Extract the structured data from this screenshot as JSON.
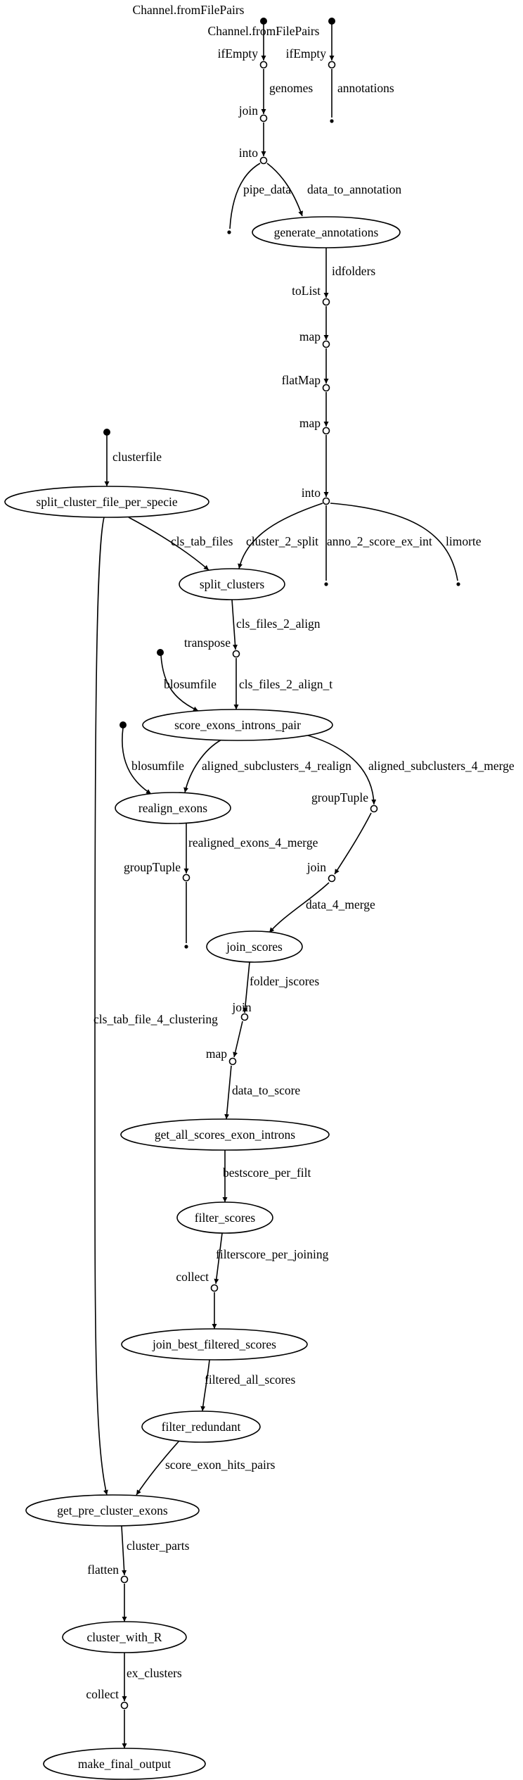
{
  "header": {
    "title": "Channel.fromFilePairs"
  },
  "nodes": [
    {
      "id": "src_fromfilepairs",
      "kind": "source",
      "label": "Channel.fromFilePairs"
    },
    {
      "id": "src_annotations",
      "kind": "source",
      "label": ""
    },
    {
      "id": "op_ifempty_1",
      "kind": "operator",
      "label": "ifEmpty"
    },
    {
      "id": "op_ifempty_2",
      "kind": "operator",
      "label": "ifEmpty"
    },
    {
      "id": "op_join_1",
      "kind": "operator",
      "label": "join"
    },
    {
      "id": "op_into_1",
      "kind": "operator",
      "label": "into"
    },
    {
      "id": "sink_pipe_data",
      "kind": "sink",
      "label": ""
    },
    {
      "id": "sink_annotations",
      "kind": "sink",
      "label": ""
    },
    {
      "id": "proc_generate_annotations",
      "kind": "process",
      "label": "generate_annotations"
    },
    {
      "id": "op_tolist",
      "kind": "operator",
      "label": "toList"
    },
    {
      "id": "op_map_1",
      "kind": "operator",
      "label": "map"
    },
    {
      "id": "op_flatmap",
      "kind": "operator",
      "label": "flatMap"
    },
    {
      "id": "op_map_2",
      "kind": "operator",
      "label": "map"
    },
    {
      "id": "op_into_2",
      "kind": "operator",
      "label": "into"
    },
    {
      "id": "sink_anno_2_score",
      "kind": "sink",
      "label": ""
    },
    {
      "id": "sink_limorte",
      "kind": "sink",
      "label": ""
    },
    {
      "id": "src_clusterfile",
      "kind": "source",
      "label": ""
    },
    {
      "id": "proc_split_cluster_file_per_specie",
      "kind": "process",
      "label": "split_cluster_file_per_specie"
    },
    {
      "id": "proc_split_clusters",
      "kind": "process",
      "label": "split_clusters"
    },
    {
      "id": "op_transpose",
      "kind": "operator",
      "label": "transpose"
    },
    {
      "id": "src_blosumfile_1",
      "kind": "source",
      "label": ""
    },
    {
      "id": "proc_score_exons_introns_pair",
      "kind": "process",
      "label": "score_exons_introns_pair"
    },
    {
      "id": "src_blosumfile_2",
      "kind": "source",
      "label": ""
    },
    {
      "id": "proc_realign_exons",
      "kind": "process",
      "label": "realign_exons"
    },
    {
      "id": "op_grouptuple_1",
      "kind": "operator",
      "label": "groupTuple"
    },
    {
      "id": "op_grouptuple_2",
      "kind": "operator",
      "label": "groupTuple"
    },
    {
      "id": "op_join_2",
      "kind": "operator",
      "label": "join"
    },
    {
      "id": "sink_realigned",
      "kind": "sink",
      "label": ""
    },
    {
      "id": "proc_join_scores",
      "kind": "process",
      "label": "join_scores"
    },
    {
      "id": "op_join_3",
      "kind": "operator",
      "label": "join"
    },
    {
      "id": "op_map_3",
      "kind": "operator",
      "label": "map"
    },
    {
      "id": "proc_get_all_scores_exon_introns",
      "kind": "process",
      "label": "get_all_scores_exon_introns"
    },
    {
      "id": "proc_filter_scores",
      "kind": "process",
      "label": "filter_scores"
    },
    {
      "id": "op_collect_1",
      "kind": "operator",
      "label": "collect"
    },
    {
      "id": "proc_join_best_filtered_scores",
      "kind": "process",
      "label": "join_best_filtered_scores"
    },
    {
      "id": "proc_filter_redundant",
      "kind": "process",
      "label": "filter_redundant"
    },
    {
      "id": "proc_get_pre_cluster_exons",
      "kind": "process",
      "label": "get_pre_cluster_exons"
    },
    {
      "id": "op_flatten",
      "kind": "operator",
      "label": "flatten"
    },
    {
      "id": "proc_cluster_with_r",
      "kind": "process",
      "label": "cluster_with_R"
    },
    {
      "id": "op_collect_2",
      "kind": "operator",
      "label": "collect"
    },
    {
      "id": "proc_make_final_output",
      "kind": "process",
      "label": "make_final_output"
    }
  ],
  "edges": [
    {
      "id": "e1",
      "from": "src_fromfilepairs",
      "to": "op_ifempty_1",
      "label": ""
    },
    {
      "id": "e2",
      "from": "op_ifempty_1",
      "to": "op_join_1",
      "label": "genomes"
    },
    {
      "id": "e3",
      "from": "op_join_1",
      "to": "op_into_1",
      "label": ""
    },
    {
      "id": "e4",
      "from": "op_into_1",
      "to": "sink_pipe_data",
      "label": "pipe_data"
    },
    {
      "id": "e5",
      "from": "op_into_1",
      "to": "proc_generate_annotations",
      "label": "data_to_annotation"
    },
    {
      "id": "e6",
      "from": "src_annotations",
      "to": "op_ifempty_2",
      "label": ""
    },
    {
      "id": "e7",
      "from": "op_ifempty_2",
      "to": "sink_annotations",
      "label": "annotations"
    },
    {
      "id": "e8",
      "from": "proc_generate_annotations",
      "to": "op_tolist",
      "label": "idfolders"
    },
    {
      "id": "e9",
      "from": "op_tolist",
      "to": "op_map_1",
      "label": ""
    },
    {
      "id": "e10",
      "from": "op_map_1",
      "to": "op_flatmap",
      "label": ""
    },
    {
      "id": "e11",
      "from": "op_flatmap",
      "to": "op_map_2",
      "label": ""
    },
    {
      "id": "e12",
      "from": "op_map_2",
      "to": "op_into_2",
      "label": ""
    },
    {
      "id": "e13",
      "from": "op_into_2",
      "to": "proc_split_clusters",
      "label": "cluster_2_split"
    },
    {
      "id": "e14",
      "from": "op_into_2",
      "to": "sink_anno_2_score",
      "label": "anno_2_score_ex_int"
    },
    {
      "id": "e15",
      "from": "op_into_2",
      "to": "sink_limorte",
      "label": "limorte"
    },
    {
      "id": "e16",
      "from": "src_clusterfile",
      "to": "proc_split_cluster_file_per_specie",
      "label": "clusterfile"
    },
    {
      "id": "e17",
      "from": "proc_split_cluster_file_per_specie",
      "to": "proc_split_clusters",
      "label": "cls_tab_files"
    },
    {
      "id": "e18",
      "from": "proc_split_cluster_file_per_specie",
      "to": "proc_get_pre_cluster_exons",
      "label": "cls_tab_file_4_clustering"
    },
    {
      "id": "e19",
      "from": "proc_split_clusters",
      "to": "op_transpose",
      "label": "cls_files_2_align"
    },
    {
      "id": "e20",
      "from": "op_transpose",
      "to": "proc_score_exons_introns_pair",
      "label": "cls_files_2_align_t"
    },
    {
      "id": "e21",
      "from": "src_blosumfile_1",
      "to": "proc_score_exons_introns_pair",
      "label": "blosumfile"
    },
    {
      "id": "e22",
      "from": "proc_score_exons_introns_pair",
      "to": "proc_realign_exons",
      "label": "aligned_subclusters_4_realign"
    },
    {
      "id": "e23",
      "from": "proc_score_exons_introns_pair",
      "to": "op_grouptuple_2",
      "label": "aligned_subclusters_4_merge"
    },
    {
      "id": "e24",
      "from": "src_blosumfile_2",
      "to": "proc_realign_exons",
      "label": "blosumfile"
    },
    {
      "id": "e25",
      "from": "proc_realign_exons",
      "to": "op_grouptuple_1",
      "label": "realigned_exons_4_merge"
    },
    {
      "id": "e26",
      "from": "op_grouptuple_1",
      "to": "sink_realigned",
      "label": ""
    },
    {
      "id": "e27",
      "from": "op_grouptuple_2",
      "to": "op_join_2",
      "label": ""
    },
    {
      "id": "e28",
      "from": "op_join_2",
      "to": "proc_join_scores",
      "label": "data_4_merge"
    },
    {
      "id": "e29",
      "from": "proc_join_scores",
      "to": "op_join_3",
      "label": "folder_jscores"
    },
    {
      "id": "e30",
      "from": "op_join_3",
      "to": "op_map_3",
      "label": ""
    },
    {
      "id": "e31",
      "from": "op_map_3",
      "to": "proc_get_all_scores_exon_introns",
      "label": "data_to_score"
    },
    {
      "id": "e32",
      "from": "proc_get_all_scores_exon_introns",
      "to": "proc_filter_scores",
      "label": "bestscore_per_filt"
    },
    {
      "id": "e33",
      "from": "proc_filter_scores",
      "to": "op_collect_1",
      "label": "filterscore_per_joining"
    },
    {
      "id": "e34",
      "from": "op_collect_1",
      "to": "proc_join_best_filtered_scores",
      "label": ""
    },
    {
      "id": "e35",
      "from": "proc_join_best_filtered_scores",
      "to": "proc_filter_redundant",
      "label": "filtered_all_scores"
    },
    {
      "id": "e36",
      "from": "proc_filter_redundant",
      "to": "proc_get_pre_cluster_exons",
      "label": "score_exon_hits_pairs"
    },
    {
      "id": "e37",
      "from": "proc_get_pre_cluster_exons",
      "to": "op_flatten",
      "label": "cluster_parts"
    },
    {
      "id": "e38",
      "from": "op_flatten",
      "to": "proc_cluster_with_r",
      "label": ""
    },
    {
      "id": "e39",
      "from": "proc_cluster_with_r",
      "to": "op_collect_2",
      "label": "ex_clusters"
    },
    {
      "id": "e40",
      "from": "op_collect_2",
      "to": "proc_make_final_output",
      "label": ""
    }
  ]
}
